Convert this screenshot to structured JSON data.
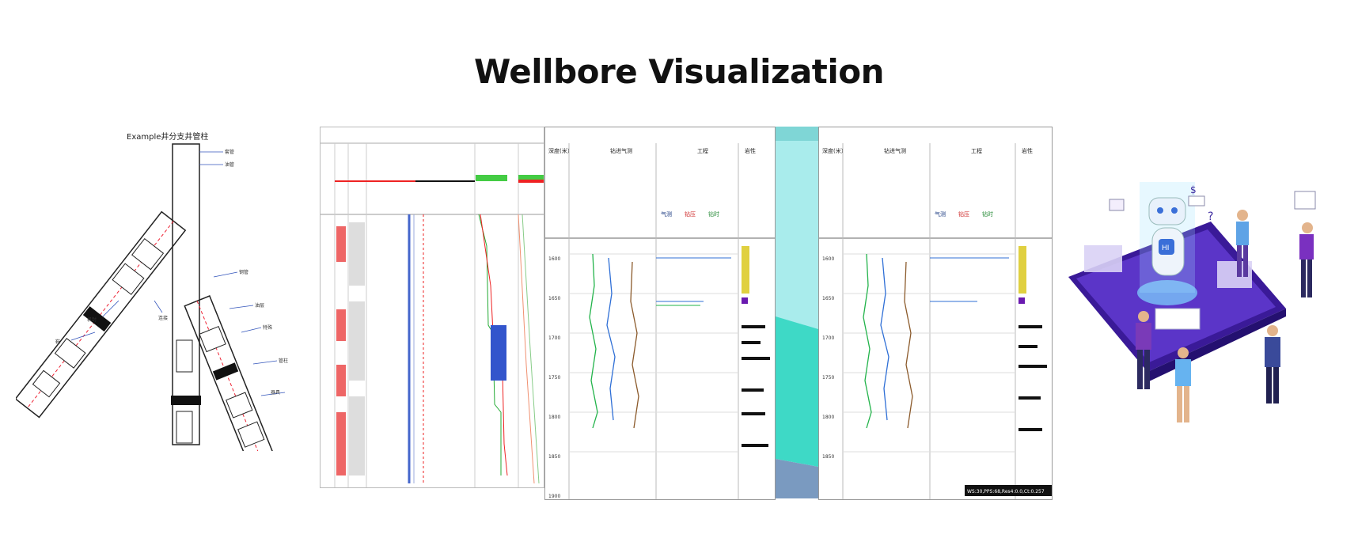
{
  "page": {
    "title": "Wellbore Visualization"
  },
  "well_schematic": {
    "title": "Example井分支井管柱",
    "labels": [
      "套管",
      "油管",
      "钢管",
      "油层",
      "特殊",
      "管柱",
      "器具",
      "鞋",
      "机封",
      "连接"
    ]
  },
  "log_panels": {
    "left_header": "深度(米)",
    "track_gas": "钻进气测",
    "track_drill": "工程",
    "track_lith": "岩性",
    "depth_ticks": [
      "1600",
      "1650",
      "1700",
      "1750",
      "1800",
      "1850",
      "1900"
    ],
    "legend": [
      "气测",
      "钻压",
      "钻时"
    ],
    "status": "WS:30,PPS:68,Res4:0.0,Ct:0.257"
  },
  "colors": {
    "gas": "#22b34a",
    "pressure": "#2f6fd6",
    "time": "#8b5a2b",
    "cyan_top": "#a9ecec",
    "cyan_mid": "#3ed9c6",
    "blue_bottom": "#7a9ac0",
    "purple": "#4b1fa6"
  },
  "illustration": {
    "name": "ai-assistant-illustration",
    "robot_label": "HI"
  }
}
